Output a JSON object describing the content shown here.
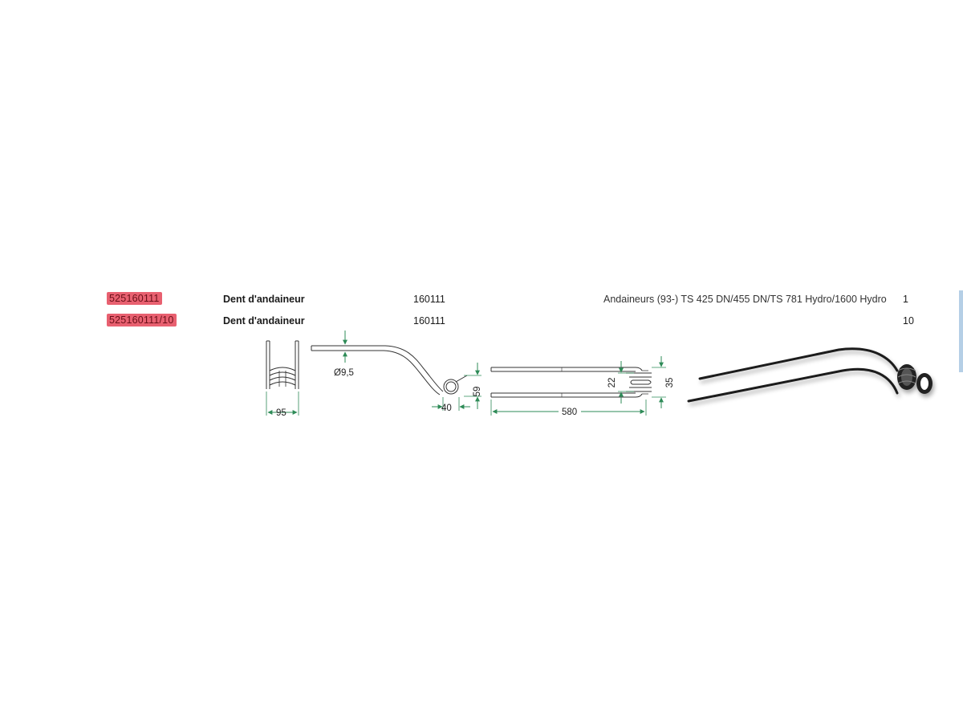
{
  "rows": [
    {
      "ref": "525160111",
      "name": "Dent d'andaineur",
      "oem": "160111",
      "application": "Andaineurs (93-) TS 425 DN/455 DN/TS 781 Hydro/1600 Hydro",
      "qty": "1"
    },
    {
      "ref": "525160111/10",
      "name": "Dent d'andaineur",
      "oem": "160111",
      "application": "",
      "qty": "10"
    }
  ],
  "dimensions": {
    "width": "95",
    "wire_diameter": "Ø9,5",
    "coil_width": "40",
    "coil_height": "59",
    "length": "580",
    "inner_gap": "22",
    "outer_width": "35"
  },
  "colors": {
    "ref_highlight": "#e86070",
    "dimension_arrow": "#2e8b57",
    "tab": "#b5cfe6"
  }
}
